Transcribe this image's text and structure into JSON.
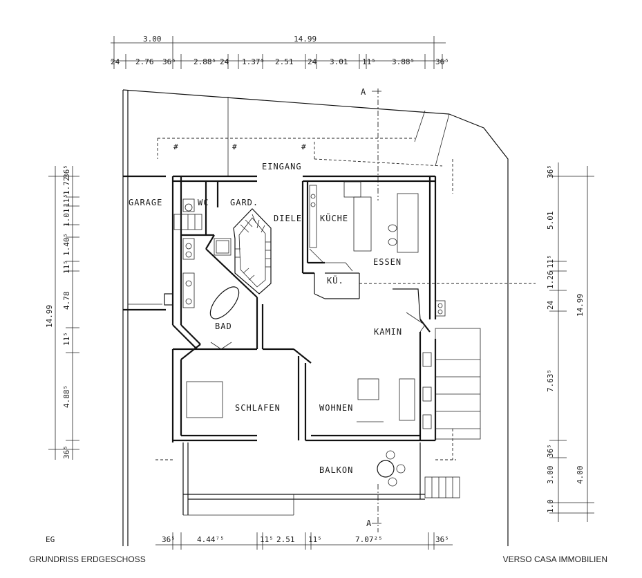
{
  "plan": {
    "level_label": "EG",
    "section_marker": "A",
    "rooms": {
      "garage": "GARAGE",
      "wc": "WC",
      "gard": "GARD.",
      "eingang": "EINGANG",
      "diele": "DIELE",
      "kueche": "KÜCHE",
      "essen": "ESSEN",
      "kue": "KÜ.",
      "bad": "BAD",
      "kamin": "KAMIN",
      "schlafen": "SCHLAFEN",
      "wohnen": "WOHNEN",
      "balkon": "BALKON"
    },
    "dimensions_top_overall": [
      "3.00",
      "14.99"
    ],
    "dimensions_top": [
      "24",
      "2.76",
      "36⁵",
      "2.88⁵",
      "24",
      "1.37⁵",
      "2.51",
      "24",
      "3.01",
      "11⁵",
      "3.88⁵",
      "36⁵"
    ],
    "dimensions_bottom": [
      "36⁵",
      "4.44⁷⁵",
      "11⁵",
      "2.51",
      "11⁵",
      "7.07²⁵",
      "36⁵"
    ],
    "dimensions_left": [
      "36⁵",
      "1.72",
      "11⁵",
      "1.01",
      "1.40⁵",
      "11⁵",
      "4.78",
      "14.99",
      "11⁵",
      "4.88⁵",
      "36⁵"
    ],
    "dimensions_right": [
      "36⁵",
      "5.01",
      "11⁵",
      "1.26",
      "24",
      "14.99",
      "7.63⁵",
      "36⁵",
      "3.00",
      "4.00",
      "1.0"
    ]
  },
  "footer": {
    "left": "GRUNDRISS ERDGESCHOSS",
    "right": "VERSO CASA IMMOBILIEN"
  }
}
